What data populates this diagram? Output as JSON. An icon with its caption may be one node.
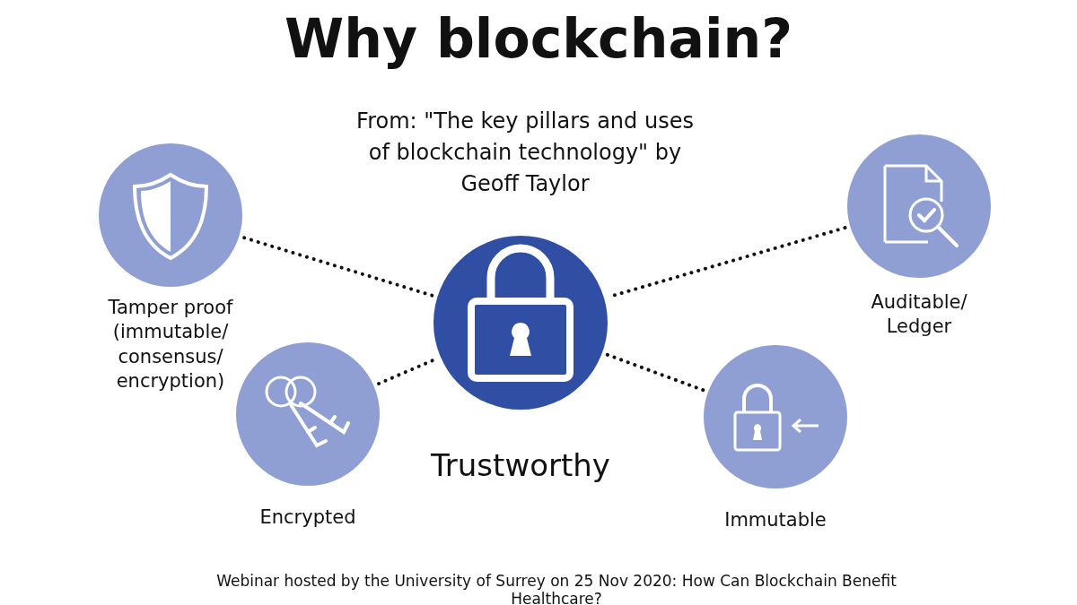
{
  "diagram": {
    "title": "Why blockchain?",
    "caption": "Webinar hosted by the University of Surrey on 25 Nov 2020: How Can Blockchain Benefit Healthcare?",
    "nodes": [
      {
        "text": [
          "Trustworthy"
        ]
      },
      {
        "text": [
          "Tamper proof (immutable/ consensus/ encryption)"
        ]
      },
      {
        "text": [
          "Encrypted"
        ]
      },
      {
        "text": [
          "Auditable/ Ledger"
        ]
      },
      {
        "text": [
          "Immutable"
        ]
      }
    ],
    "edges": [
      {
        "from": 1,
        "to": 0,
        "arrow": "none",
        "style": "dashed"
      },
      {
        "from": 2,
        "to": 0,
        "arrow": "none",
        "style": "dashed"
      },
      {
        "from": 3,
        "to": 0,
        "arrow": "none",
        "style": "dashed"
      },
      {
        "from": 4,
        "to": 0,
        "arrow": "none",
        "style": "dashed"
      }
    ],
    "labels": [
      "From: \"The key pillars and uses of blockchain technology\" by Geoff Taylor"
    ]
  }
}
